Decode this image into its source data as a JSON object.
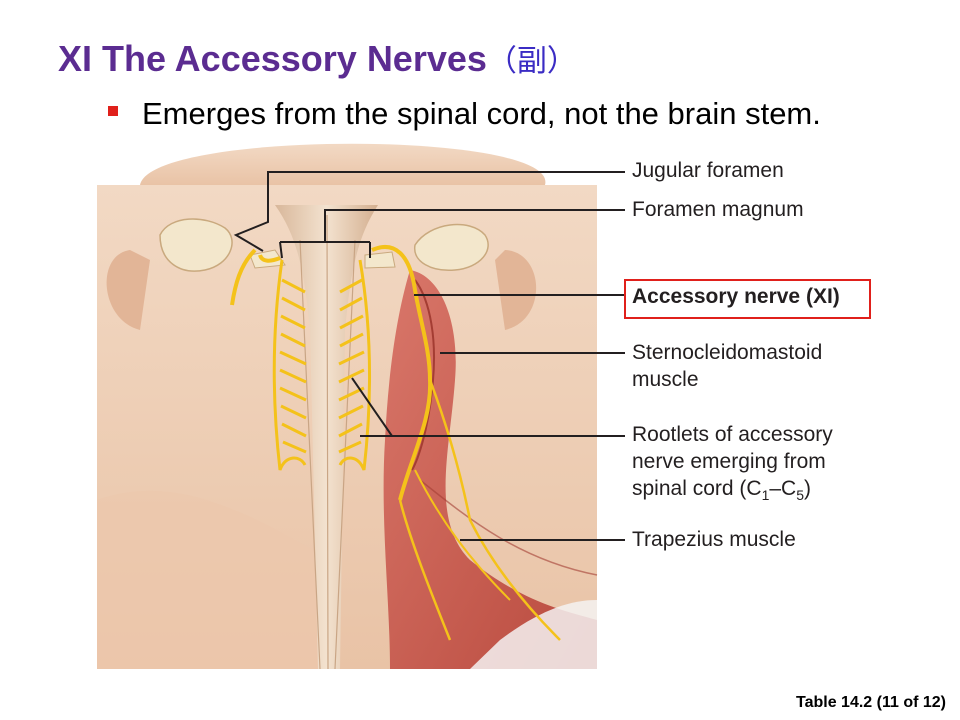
{
  "slide": {
    "title": "XI The Accessory Nerves",
    "title_cjk": "（副）",
    "bullet": "Emerges from the spinal cord, not the brain stem.",
    "footer": "Table 14.2 (11 of 12)"
  },
  "figure": {
    "labels": {
      "jugular_foramen": "Jugular foramen",
      "foramen_magnum": "Foramen magnum",
      "accessory_nerve": "Accessory nerve (XI)",
      "scm_line1": "Sternocleidomastoid",
      "scm_line2": "muscle",
      "rootlets_line1": "Rootlets of accessory",
      "rootlets_line2": "nerve emerging from",
      "rootlets_line3_prefix": "spinal cord (C",
      "rootlets_sub1": "1",
      "rootlets_dash": "–C",
      "rootlets_sub2": "5",
      "rootlets_suffix": ")",
      "trapezius": "Trapezius muscle"
    },
    "highlighted_label": "Accessory nerve (XI)",
    "colors": {
      "title": "#5b2c91",
      "highlight_box": "#e0201b",
      "bullet": "#e0201b",
      "nerve": "#f4c21a",
      "muscle": "#c9574a",
      "skin": "#eecdb2"
    }
  }
}
